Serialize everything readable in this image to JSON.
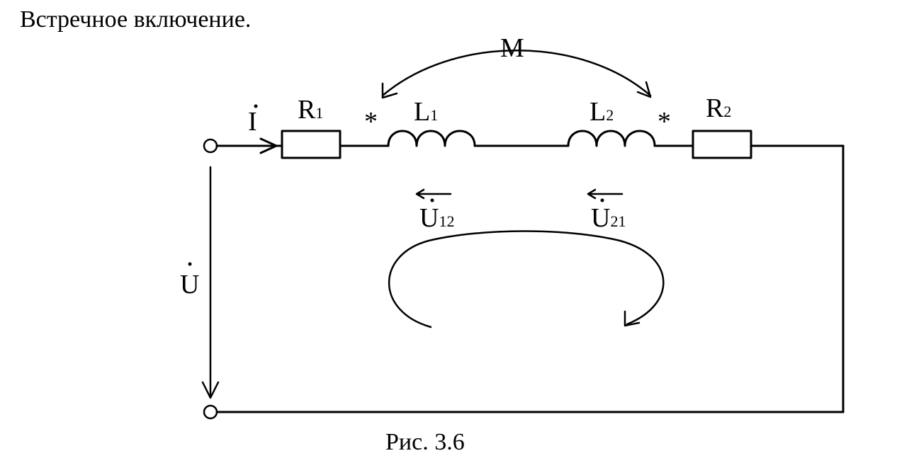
{
  "heading": "Встречное включение.",
  "caption": "Рис. 3.6",
  "mutual": "M",
  "current": "I",
  "source_voltage": "U",
  "resistor1": {
    "main": "R",
    "sub": "1"
  },
  "resistor2": {
    "main": "R",
    "sub": "2"
  },
  "inductor1": {
    "main": "L",
    "sub": "1"
  },
  "inductor2": {
    "main": "L",
    "sub": "2"
  },
  "u12": {
    "main": "U",
    "sub": "12"
  },
  "u21": {
    "main": "U",
    "sub": "21"
  },
  "marker": "*"
}
